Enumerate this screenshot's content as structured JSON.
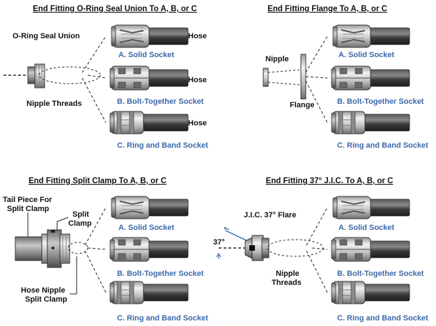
{
  "panels": {
    "oring": {
      "title": "End Fitting O-Ring Seal Union To A, B, or C",
      "component_label": "O-Ring Seal Union",
      "threads_label": "Nipple Threads",
      "hose_labels": [
        "Hose",
        "Hose",
        "Hose"
      ],
      "options": [
        "A. Solid Socket",
        "B. Bolt-Together Socket",
        "C. Ring and Band Socket"
      ]
    },
    "flange": {
      "title": "End Fitting Flange To A, B, or C",
      "nipple_label": "Nipple",
      "flange_label": "Flange",
      "options": [
        "A. Solid Socket",
        "B. Bolt-Together Socket",
        "C. Ring and Band Socket"
      ]
    },
    "splitclamp": {
      "title": "End Fitting Split Clamp To A, B, or C",
      "tailpiece_label_1": "Tail Piece For",
      "tailpiece_label_2": "Split Clamp",
      "clamp_label_1": "Split",
      "clamp_label_2": "Clamp",
      "hosenipple_label_1": "Hose Nipple",
      "hosenipple_label_2": "Split Clamp",
      "options": [
        "A. Solid Socket",
        "B. Bolt-Together Socket",
        "C. Ring and Band Socket"
      ]
    },
    "jic": {
      "title": "End Fitting 37° J.I.C. To A, B, or C",
      "flare_label": "J.I.C. 37° Flare",
      "angle_label": "37°",
      "threads_label_1": "Nipple",
      "threads_label_2": "Threads",
      "options": [
        "A. Solid Socket",
        "B. Bolt-Together Socket",
        "C. Ring and Band Socket"
      ]
    }
  },
  "colors": {
    "option_text": "#3c68a8",
    "hose": "#3a3a3a",
    "metal_light": "#d8d8d8",
    "metal_dark": "#7a7a7a"
  }
}
